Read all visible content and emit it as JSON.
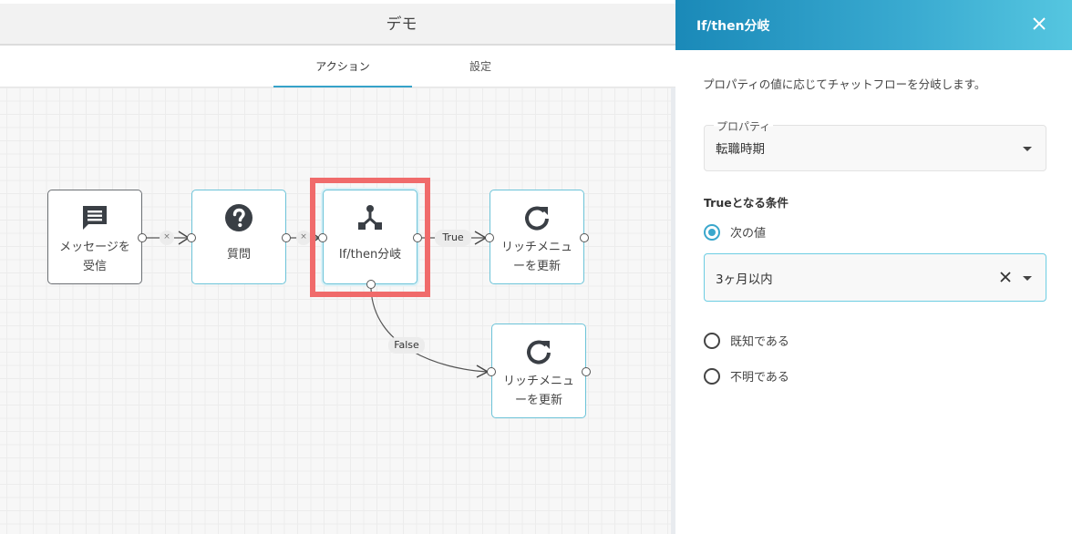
{
  "editor": {
    "title": "デモ",
    "tabs": [
      {
        "label": "アクション",
        "active": true
      },
      {
        "label": "設定",
        "active": false
      }
    ]
  },
  "flow": {
    "nodes": [
      {
        "id": "receive",
        "label_line1": "メッセージを",
        "label_line2": "受信",
        "icon": "message-icon"
      },
      {
        "id": "question",
        "label": "質問",
        "icon": "question-icon"
      },
      {
        "id": "branch",
        "label": "If/then分岐",
        "icon": "branch-icon",
        "selected": true
      },
      {
        "id": "richmenu-true",
        "label_line1": "リッチメニュ",
        "label_line2": "ーを更新",
        "icon": "refresh-icon"
      },
      {
        "id": "richmenu-false",
        "label_line1": "リッチメニュ",
        "label_line2": "ーを更新",
        "icon": "refresh-icon"
      }
    ],
    "edges": [
      {
        "from": "receive",
        "to": "question",
        "delete_label": "×"
      },
      {
        "from": "question",
        "to": "branch",
        "delete_label": "×"
      },
      {
        "from": "branch",
        "to": "richmenu-true",
        "label": "True"
      },
      {
        "from": "branch",
        "to": "richmenu-false",
        "label": "False"
      }
    ]
  },
  "panel": {
    "title": "If/then分岐",
    "description": "プロパティの値に応じてチャットフローを分岐します。",
    "property_field": {
      "legend": "プロパティ",
      "value": "転職時期"
    },
    "condition_title": "Trueとなる条件",
    "options": [
      {
        "label": "次の値",
        "checked": true
      },
      {
        "label": "既知である",
        "checked": false
      },
      {
        "label": "不明である",
        "checked": false
      }
    ],
    "value_field": {
      "value": "3ヶ月以内"
    }
  },
  "colors": {
    "accent": "#3aa7cc",
    "selection": "#f06b6b",
    "node_border": "#6cc3d8"
  }
}
